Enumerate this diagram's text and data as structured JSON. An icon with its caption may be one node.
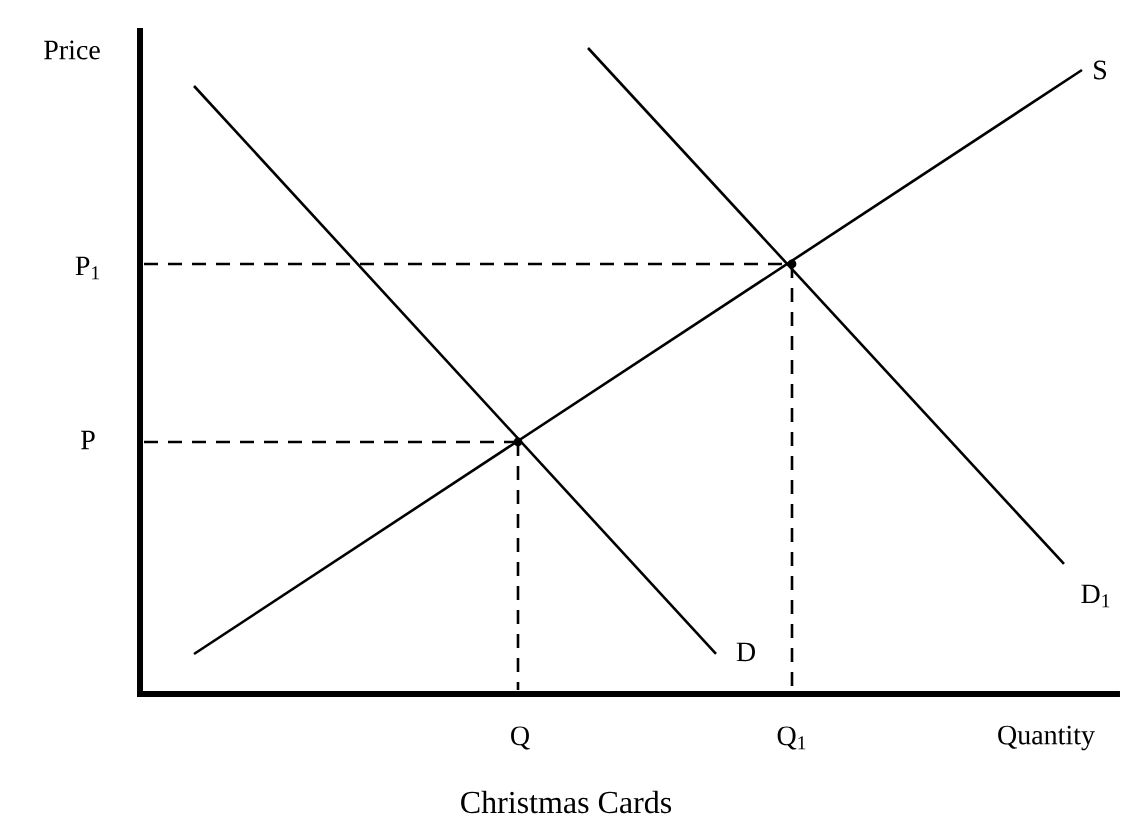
{
  "diagram": {
    "caption": "Christmas Cards",
    "labels": [
      "Price",
      "S",
      "P$_{1}$",
      "P",
      "D$_{1}$",
      "D",
      "Q",
      "Q$_{1}$",
      "Quantity"
    ]
  }
}
